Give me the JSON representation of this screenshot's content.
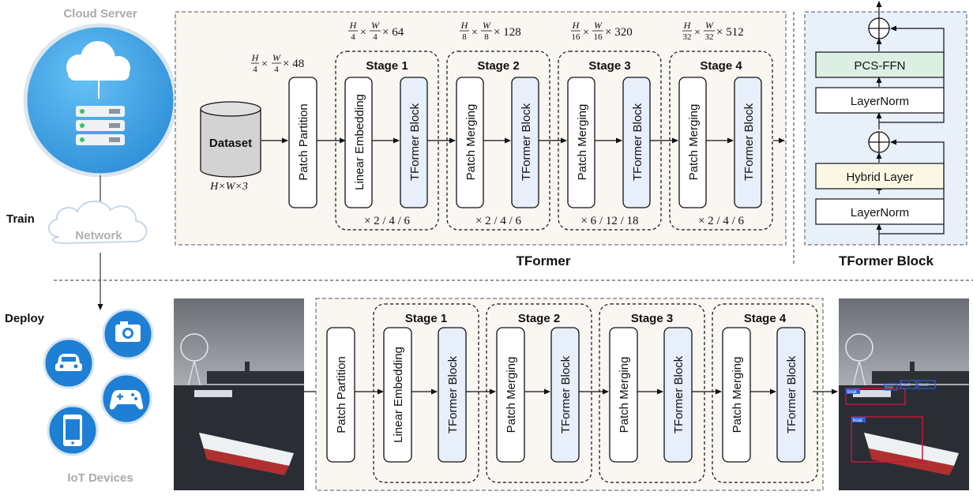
{
  "left": {
    "cloud_server": "Cloud Server",
    "network": "Network",
    "train": "Train",
    "deploy": "Deploy",
    "iot_devices": "IoT Devices"
  },
  "top": {
    "input_name": "Dataset",
    "input_size": "H×W×3",
    "patch_partition": "Patch Partition",
    "pp_dim": "× 48",
    "stages": [
      {
        "title": "Stage 1",
        "first": "Linear Embedding",
        "block": "TFormer Block",
        "repeat": "× 2 / 4 / 6",
        "dim": "× 64",
        "h": "H",
        "hd": "4",
        "w": "W",
        "wd": "4"
      },
      {
        "title": "Stage 2",
        "first": "Patch Merging",
        "block": "TFormer Block",
        "repeat": "× 2 / 4 / 6",
        "dim": "× 128",
        "h": "H",
        "hd": "8",
        "w": "W",
        "wd": "8"
      },
      {
        "title": "Stage 3",
        "first": "Patch Merging",
        "block": "TFormer Block",
        "repeat": "× 6 / 12 / 18",
        "dim": "× 320",
        "h": "H",
        "hd": "16",
        "w": "W",
        "wd": "16"
      },
      {
        "title": "Stage 4",
        "first": "Patch Merging",
        "block": "TFormer Block",
        "repeat": "× 2 / 4 / 6",
        "dim": "× 512",
        "h": "H",
        "hd": "32",
        "w": "W",
        "wd": "32"
      }
    ],
    "caption": "TFormer"
  },
  "block": {
    "pcs_ffn": "PCS-FFN",
    "layernorm_top": "LayerNorm",
    "hybrid": "Hybrid Layer",
    "layernorm_bottom": "LayerNorm",
    "caption": "TFormer Block"
  },
  "bottom": {
    "patch_partition": "Patch Partition",
    "stages": [
      {
        "title": "Stage 1",
        "first": "Linear Embedding",
        "block": "TFormer Block"
      },
      {
        "title": "Stage 2",
        "first": "Patch Merging",
        "block": "TFormer Block"
      },
      {
        "title": "Stage 3",
        "first": "Patch Merging",
        "block": "TFormer Block"
      },
      {
        "title": "Stage 4",
        "first": "Patch Merging",
        "block": "TFormer Block"
      }
    ],
    "detections": [
      "boat",
      "boat",
      "boat",
      "boat",
      "boat"
    ]
  },
  "colors": {
    "block_fill": "#e6effa",
    "pcs_fill": "#dcefe3",
    "hybrid_fill": "#fdf8e6",
    "panel_fill": "#faf6f2",
    "block_panel_fill": "#e8f0fa",
    "cloud_circle": "#4aa8e8",
    "device_circle": "#1f7fd4",
    "detect_red": "#c0183a",
    "detect_blue": "#2b5fd8"
  }
}
